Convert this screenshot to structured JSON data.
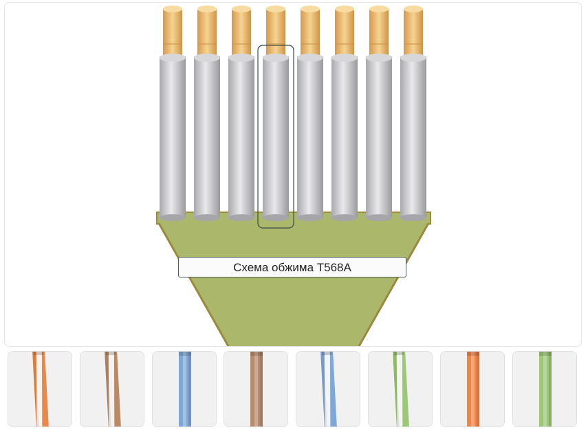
{
  "scheme_label": "Схема обжима T568A",
  "slots": [
    {
      "id": 1,
      "selected": false
    },
    {
      "id": 2,
      "selected": false
    },
    {
      "id": 3,
      "selected": false
    },
    {
      "id": 4,
      "selected": true
    },
    {
      "id": 5,
      "selected": false
    },
    {
      "id": 6,
      "selected": false
    },
    {
      "id": 7,
      "selected": false
    },
    {
      "id": 8,
      "selected": false
    }
  ],
  "wires": [
    {
      "name": "white-orange",
      "icon": "white-orange-wire-icon",
      "base": "#e8884a",
      "striped": true
    },
    {
      "name": "white-brown",
      "icon": "white-brown-wire-icon",
      "base": "#b98a66",
      "striped": true
    },
    {
      "name": "blue",
      "icon": "blue-wire-icon",
      "base": "#7fa8d6",
      "striped": false
    },
    {
      "name": "brown",
      "icon": "brown-wire-icon",
      "base": "#b88a6c",
      "striped": false
    },
    {
      "name": "white-blue",
      "icon": "white-blue-wire-icon",
      "base": "#7fa8d6",
      "striped": true
    },
    {
      "name": "white-green",
      "icon": "white-green-wire-icon",
      "base": "#9cc774",
      "striped": true
    },
    {
      "name": "orange",
      "icon": "orange-wire-icon",
      "base": "#ef864a",
      "striped": false
    },
    {
      "name": "green",
      "icon": "green-wire-icon",
      "base": "#9cc774",
      "striped": false
    }
  ],
  "colors": {
    "jacket": "#abb86b",
    "jacket_edge": "#9a8a3c",
    "slot_silver": "#c4c4c6",
    "copper": "#e6b36a",
    "selection_border": "#3a4a4a"
  }
}
